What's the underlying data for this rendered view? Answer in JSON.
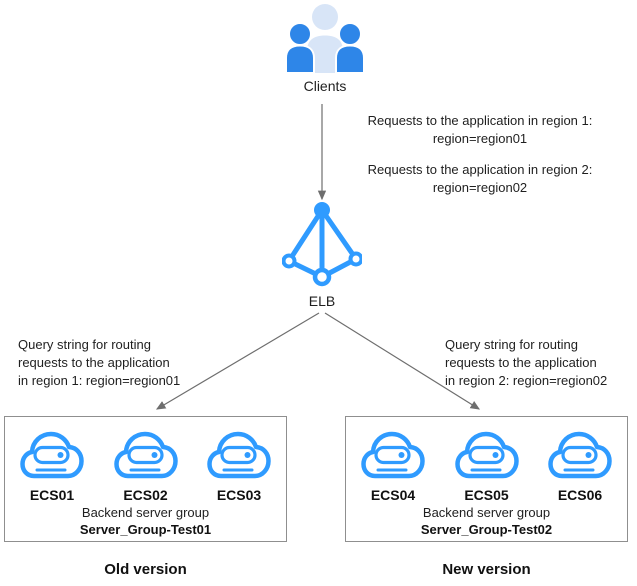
{
  "diagram": {
    "clients": {
      "label": "Clients"
    },
    "request_annotation": {
      "r1_line1": "Requests to the application in region 1:",
      "r1_line2": "region=region01",
      "r2_line1": "Requests to the application in region 2:",
      "r2_line2": "region=region02"
    },
    "elb": {
      "label": "ELB"
    },
    "left_annotation": {
      "line1": "Query string for routing",
      "line2": "requests to the application",
      "line3": "in region 1: region=region01"
    },
    "right_annotation": {
      "line1": "Query string for routing",
      "line2": "requests to the application",
      "line3": "in region 2: region=region02"
    },
    "groups": [
      {
        "servers": [
          "ECS01",
          "ECS02",
          "ECS03"
        ],
        "caption": "Backend server group",
        "name": "Server_Group-Test01",
        "version_label": "Old version"
      },
      {
        "servers": [
          "ECS04",
          "ECS05",
          "ECS06"
        ],
        "caption": "Backend server group",
        "name": "Server_Group-Test02",
        "version_label": "New version"
      }
    ],
    "icons": {
      "clients": "clients-icon",
      "elb": "elb-icon",
      "ecs": "ecs-cloud-server-icon"
    },
    "colors": {
      "icon_blue": "#2F9BFF",
      "person_dark": "#2E86E8",
      "person_light": "#D8E5F7",
      "arrow_gray": "#6E6E6E",
      "box_border": "#8F8F8F",
      "text": "#1F1F1F"
    }
  }
}
